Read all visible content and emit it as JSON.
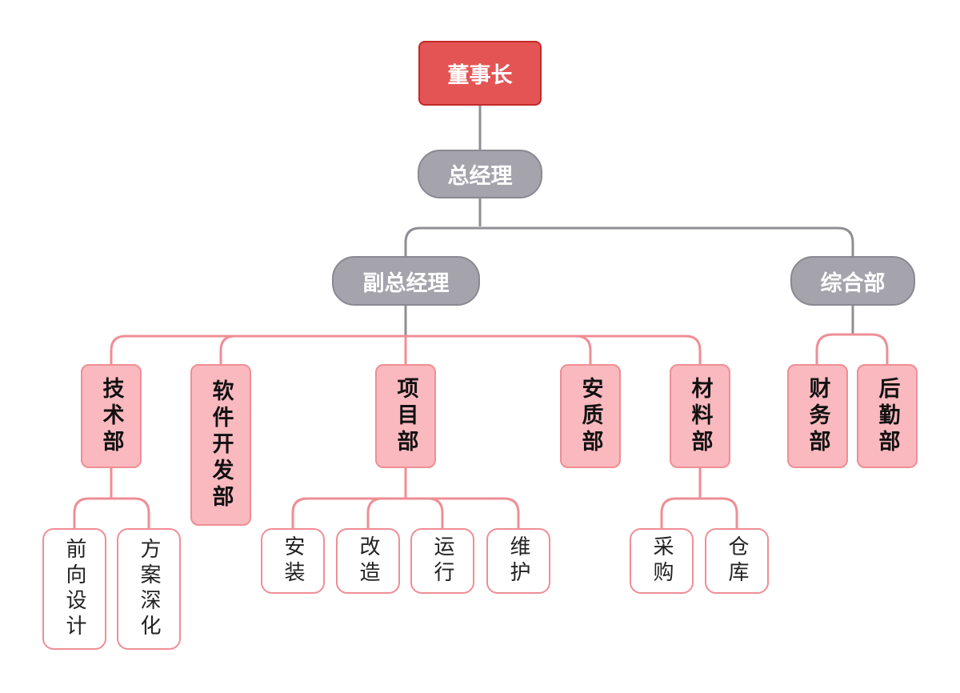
{
  "chairman": "董事长",
  "gm": "总经理",
  "deputy_gm": "副总经理",
  "general_dept": "综合部",
  "depts": {
    "tech": "技术部",
    "software": "软件开发部",
    "project": "项目部",
    "safety": "安质部",
    "material": "材料部",
    "finance": "财务部",
    "logistics": "后勤部"
  },
  "units": {
    "front_design": "前向设计",
    "scheme": "方案深化",
    "install": "安装",
    "renovate": "改造",
    "operate": "运行",
    "maintain": "维护",
    "purchase": "采购",
    "warehouse": "仓库"
  },
  "colors": {
    "root": "#e55454",
    "gray": "#a5a4ad",
    "dept": "#fab9bf",
    "pink_line": "#ef8e95",
    "gray_line": "#8f8e96"
  }
}
